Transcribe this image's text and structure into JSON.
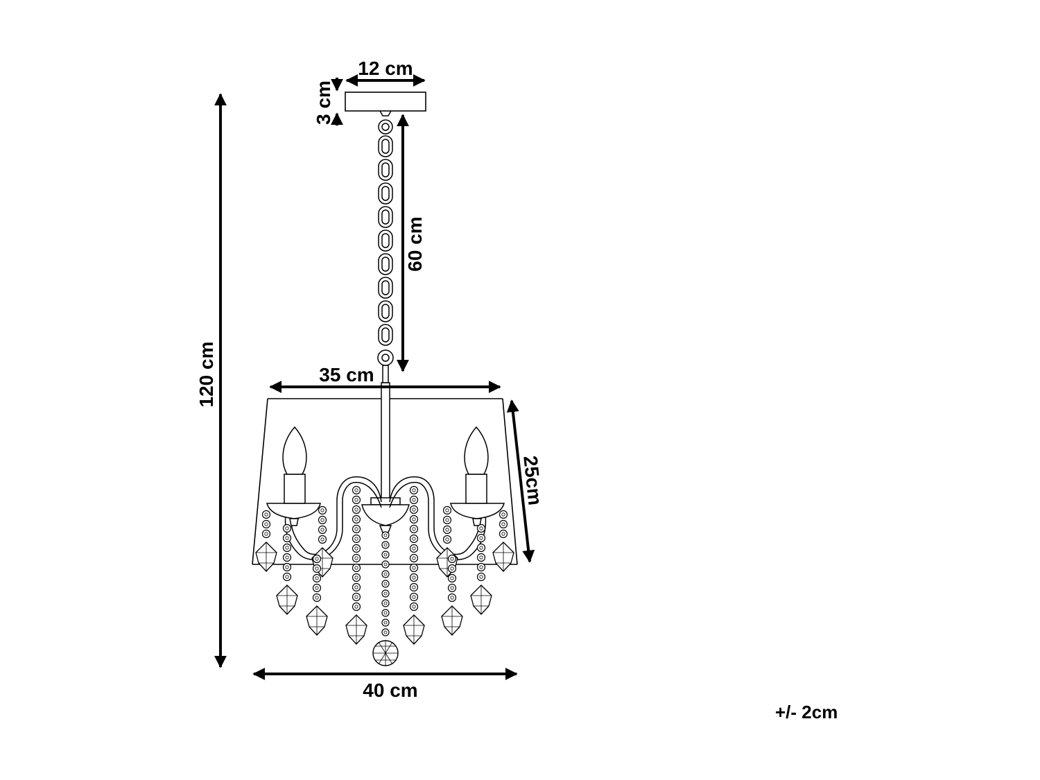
{
  "dimensions": {
    "canopy_width": "12 cm",
    "canopy_height": "3 cm",
    "chain_length": "60 cm",
    "total_height": "120 cm",
    "shade_top_diameter": "35 cm",
    "shade_height": "25cm",
    "shade_bottom_diameter": "40 cm"
  },
  "tolerance": "+/- 2cm",
  "colors": {
    "line": "#000000",
    "background": "#ffffff"
  }
}
